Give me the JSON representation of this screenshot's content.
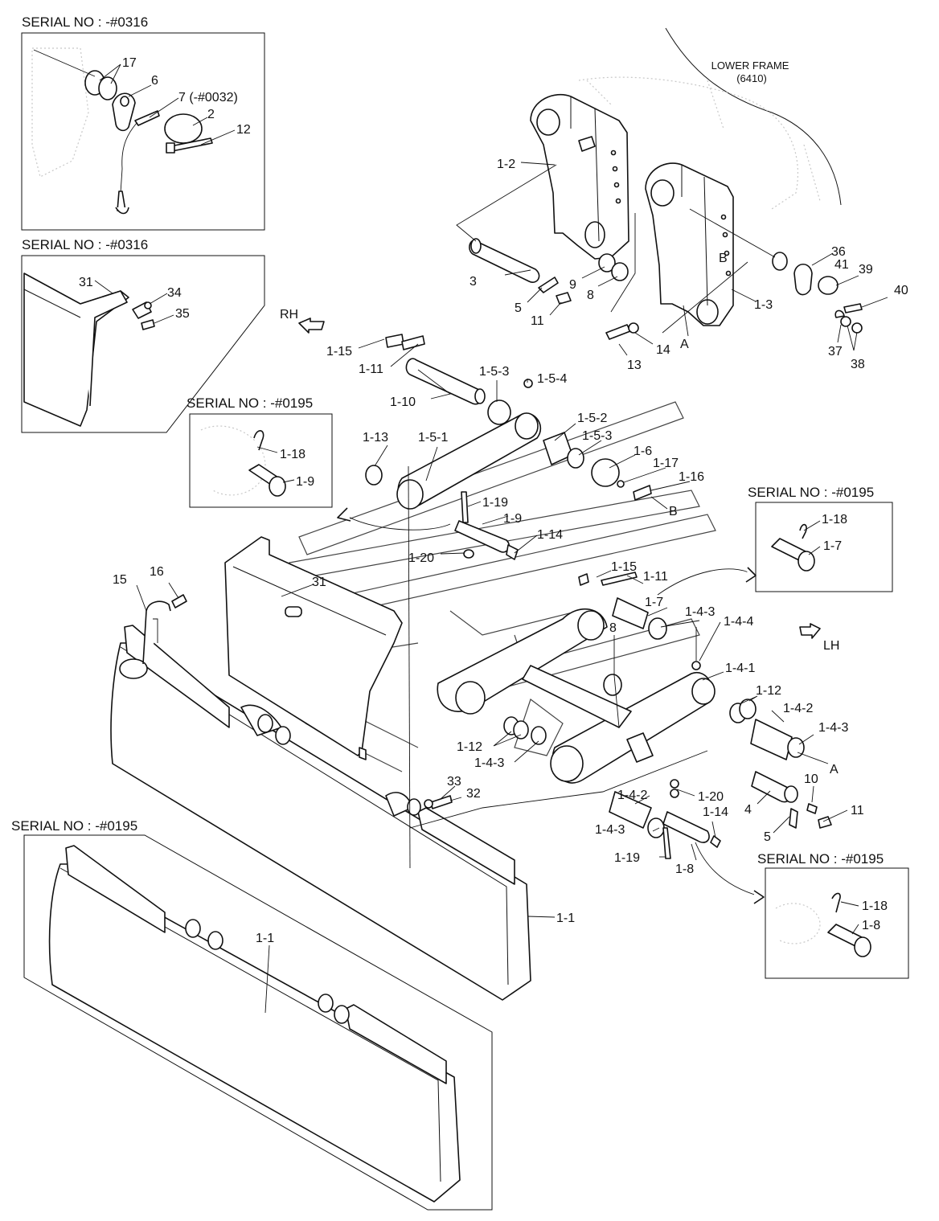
{
  "serial_labels": {
    "top_left": "SERIAL NO : -#0316",
    "mid_left": "SERIAL NO : -#0316",
    "center_inset": "SERIAL NO : -#0195",
    "right_inset": "SERIAL NO : -#0195",
    "bottom_left": "SERIAL NO : -#0195",
    "bottom_right": "SERIAL NO : -#0195"
  },
  "frame_labels": {
    "lower_frame": "LOWER FRAME",
    "lower_frame_code": "(6410)"
  },
  "direction_labels": {
    "rh": "RH",
    "lh": "LH"
  },
  "part_labels": [
    "17",
    "6",
    "7 (-#0032)",
    "2",
    "12",
    "31",
    "34",
    "35",
    "1-2",
    "3",
    "5",
    "11",
    "9",
    "8",
    "41",
    "36",
    "39",
    "40",
    "B",
    "1-3",
    "14",
    "A",
    "13",
    "37",
    "38",
    "1-15",
    "1-11",
    "1-10",
    "1-5-3",
    "1-5-4",
    "1-13",
    "1-5-1",
    "1-5-2",
    "1-5-3",
    "1-6",
    "1-17",
    "1-16",
    "B",
    "1-18",
    "1-9",
    "1-19",
    "1-9",
    "1-14",
    "1-20",
    "1-18",
    "1-7",
    "15",
    "16",
    "31",
    "1-15",
    "1-11",
    "1-7",
    "1-4-3",
    "1-4-4",
    "8",
    "1-4-1",
    "1-12",
    "1-4-2",
    "1-4-3",
    "A",
    "1-12",
    "1-4-3",
    "33",
    "32",
    "1-20",
    "10",
    "11",
    "4",
    "5",
    "1-14",
    "1-4-2",
    "1-4-3",
    "1-19",
    "1-8",
    "1-18",
    "1-8",
    "1-1",
    "1-1"
  ]
}
